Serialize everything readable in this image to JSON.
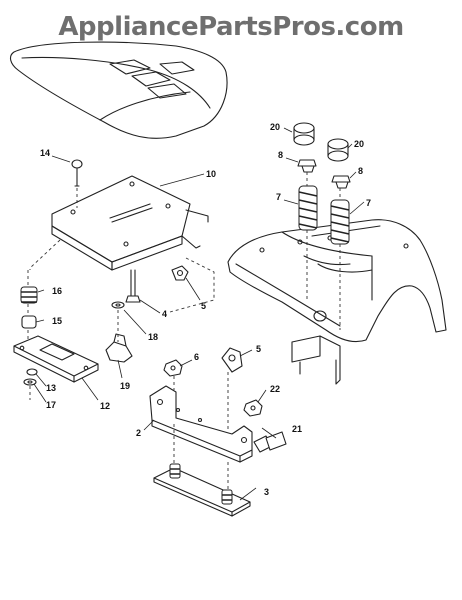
{
  "watermark": "AppliancePartsPros.com",
  "callouts": {
    "c2": "2",
    "c3": "3",
    "c4": "4",
    "c5a": "5",
    "c5b": "5",
    "c6": "6",
    "c7a": "7",
    "c7b": "7",
    "c8a": "8",
    "c8b": "8",
    "c10": "10",
    "c12": "12",
    "c13": "13",
    "c14": "14",
    "c15": "15",
    "c16": "16",
    "c17": "17",
    "c18": "18",
    "c19": "19",
    "c20a": "20",
    "c20b": "20",
    "c21": "21",
    "c22": "22"
  }
}
